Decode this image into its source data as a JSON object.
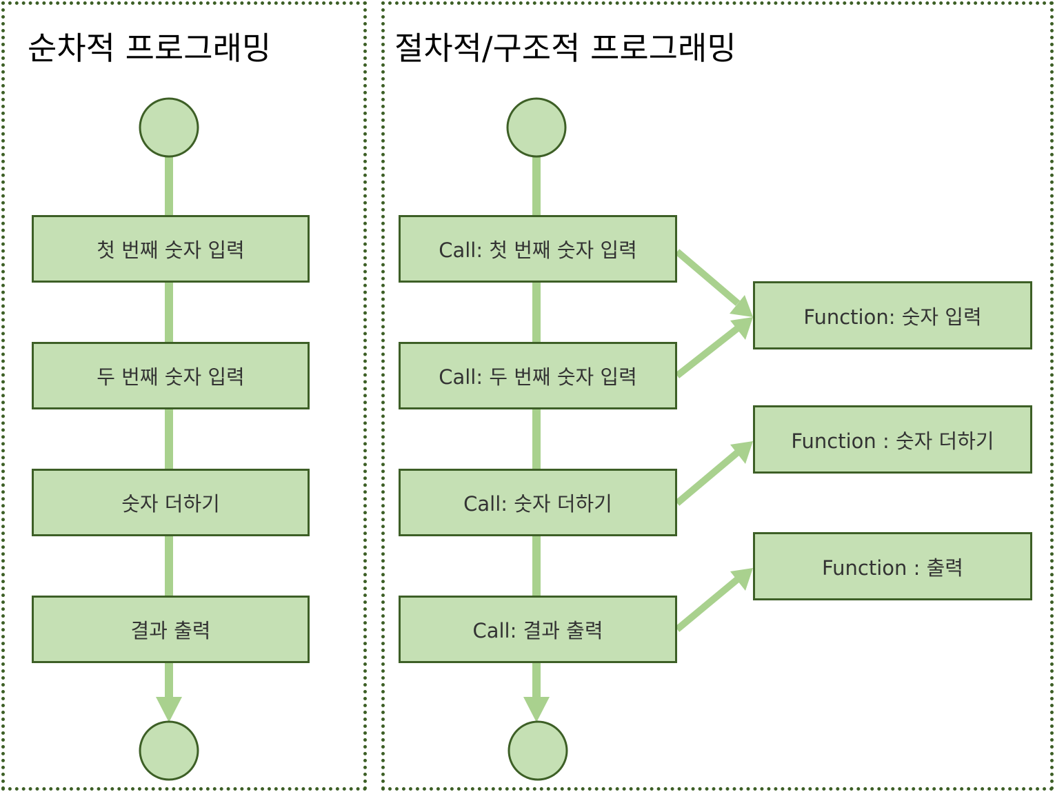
{
  "left": {
    "title": "순차적 프로그래밍",
    "steps": [
      "첫 번째 숫자 입력",
      "두 번째 숫자 입력",
      "숫자 더하기",
      "결과 출력"
    ]
  },
  "right": {
    "title": "절차적/구조적 프로그래밍",
    "calls": [
      "Call: 첫 번째 숫자 입력",
      "Call: 두 번째 숫자 입력",
      "Call: 숫자 더하기",
      "Call: 결과 출력"
    ],
    "functions": [
      "Function: 숫자 입력",
      "Function : 숫자 더하기",
      "Function : 출력"
    ]
  },
  "colors": {
    "fill": "#c5e0b4",
    "border": "#3d5f26",
    "connector": "#a9d18e"
  }
}
